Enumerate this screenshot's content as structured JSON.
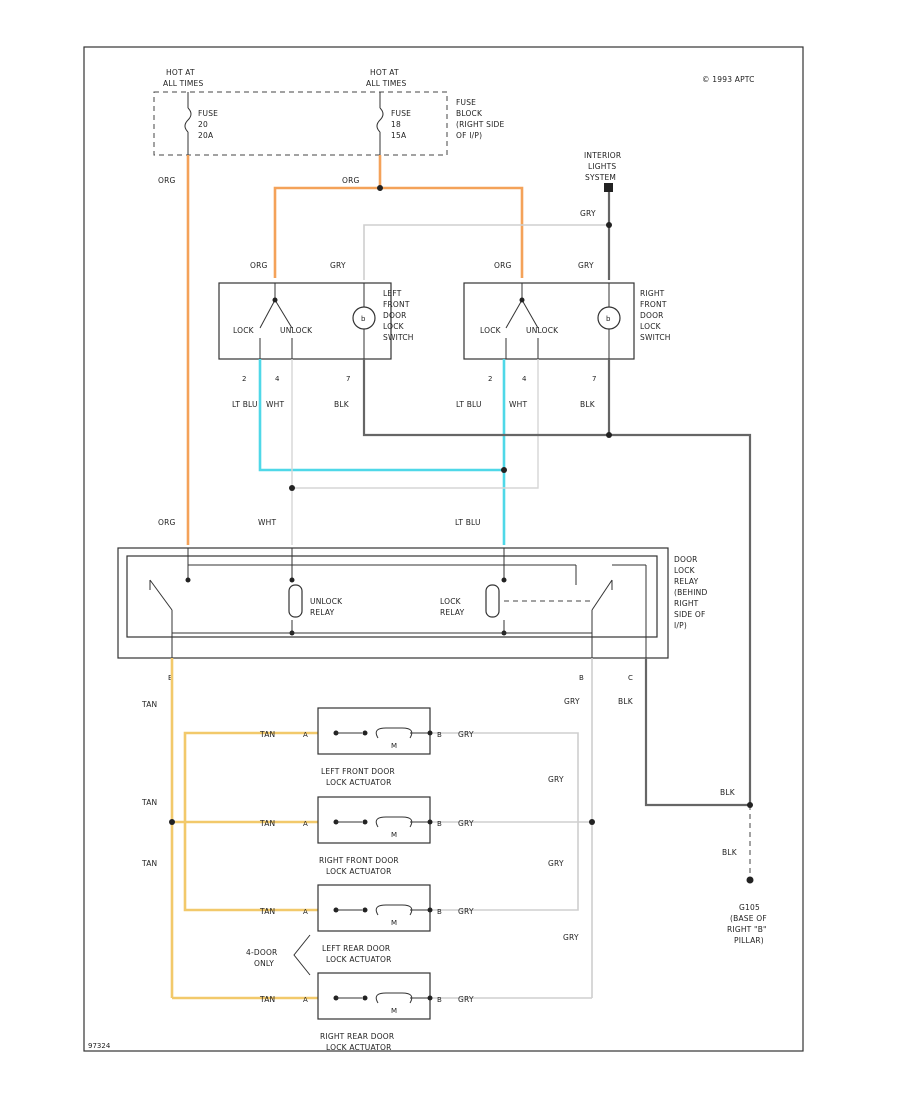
{
  "colors": {
    "orange_wire": "#f4a259",
    "light_blue_wire": "#4fd8e8",
    "tan_wire": "#f2c96b",
    "gray_wire": "#cfcfcf",
    "black_wire": "#666666",
    "white_wire": "#d6d6d6"
  },
  "header": {
    "copyright": "© 1993 APTC"
  },
  "fuses": {
    "hot1_line1": "HOT AT",
    "hot1_line2": "ALL TIMES",
    "hot2_line1": "HOT AT",
    "hot2_line2": "ALL TIMES",
    "fuse1": [
      "FUSE",
      "20",
      "20A"
    ],
    "fuse2": [
      "FUSE",
      "18",
      "15A"
    ],
    "block": [
      "FUSE",
      "BLOCK",
      "(RIGHT SIDE",
      "OF I/P)"
    ]
  },
  "interior_lights": [
    "INTERIOR",
    "LIGHTS",
    "SYSTEM"
  ],
  "wires": {
    "org": "ORG",
    "gry": "GRY",
    "blk": "BLK",
    "lt_blu": "LT BLU",
    "wht": "WHT",
    "tan": "TAN"
  },
  "left_switch": {
    "name": [
      "LEFT",
      "FRONT",
      "DOOR",
      "LOCK",
      "SWITCH"
    ],
    "lock": "LOCK",
    "unlock": "UNLOCK",
    "pins": [
      "2",
      "4",
      "7"
    ]
  },
  "right_switch": {
    "name": [
      "RIGHT",
      "FRONT",
      "DOOR",
      "LOCK",
      "SWITCH"
    ],
    "lock": "LOCK",
    "unlock": "UNLOCK",
    "pins": [
      "2",
      "4",
      "7"
    ]
  },
  "relay": {
    "name": [
      "DOOR",
      "LOCK",
      "RELAY",
      "(BEHIND",
      "RIGHT",
      "SIDE OF",
      "I/P)"
    ],
    "unlock_relay": [
      "UNLOCK",
      "RELAY"
    ],
    "lock_relay": [
      "LOCK",
      "RELAY"
    ],
    "pins": [
      "E",
      "B",
      "C"
    ]
  },
  "actuators": {
    "left_front": [
      "LEFT FRONT DOOR",
      "LOCK ACTUATOR"
    ],
    "right_front": [
      "RIGHT FRONT DOOR",
      "LOCK ACTUATOR"
    ],
    "left_rear": [
      "LEFT REAR DOOR",
      "LOCK ACTUATOR"
    ],
    "right_rear": [
      "RIGHT REAR DOOR",
      "LOCK ACTUATOR"
    ],
    "pin_a": "A",
    "pin_b": "B",
    "motor": "M"
  },
  "four_door": [
    "4-DOOR",
    "ONLY"
  ],
  "ground": [
    "G105",
    "(BASE OF",
    "RIGHT \"B\"",
    "PILLAR)"
  ],
  "footer_code": "97324"
}
